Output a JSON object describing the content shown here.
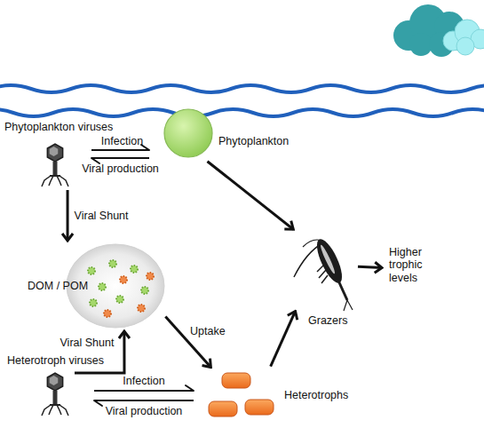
{
  "diagram": {
    "nodes": [
      {
        "text": [
          "Phytoplankton viruses"
        ]
      },
      {
        "text": [
          "Phytoplankton"
        ]
      },
      {
        "text": [
          "DOM / POM"
        ]
      },
      {
        "text": [
          "Grazers"
        ]
      },
      {
        "text": [
          "Higher trophic levels"
        ]
      },
      {
        "text": [
          "Heterotroph viruses"
        ]
      },
      {
        "text": [
          "Heterotrophs"
        ]
      }
    ],
    "edges": [
      {
        "from": 0,
        "to": 1,
        "label": "Infection",
        "arrow": "to"
      },
      {
        "from": 1,
        "to": 0,
        "label": "Viral production",
        "arrow": "to"
      },
      {
        "from": 0,
        "to": 2,
        "label": "Viral Shunt",
        "arrow": "to"
      },
      {
        "from": 1,
        "to": 3,
        "arrow": "to"
      },
      {
        "from": 3,
        "to": 4,
        "arrow": "to"
      },
      {
        "from": 2,
        "to": 6,
        "label": "Uptake",
        "arrow": "to"
      },
      {
        "from": 5,
        "to": 2,
        "label": "Viral Shunt",
        "arrow": "to"
      },
      {
        "from": 6,
        "to": 3,
        "arrow": "to"
      },
      {
        "from": 5,
        "to": 6,
        "label": "Infection",
        "arrow": "to"
      },
      {
        "from": 6,
        "to": 5,
        "label": "Viral production",
        "arrow": "to"
      }
    ]
  }
}
